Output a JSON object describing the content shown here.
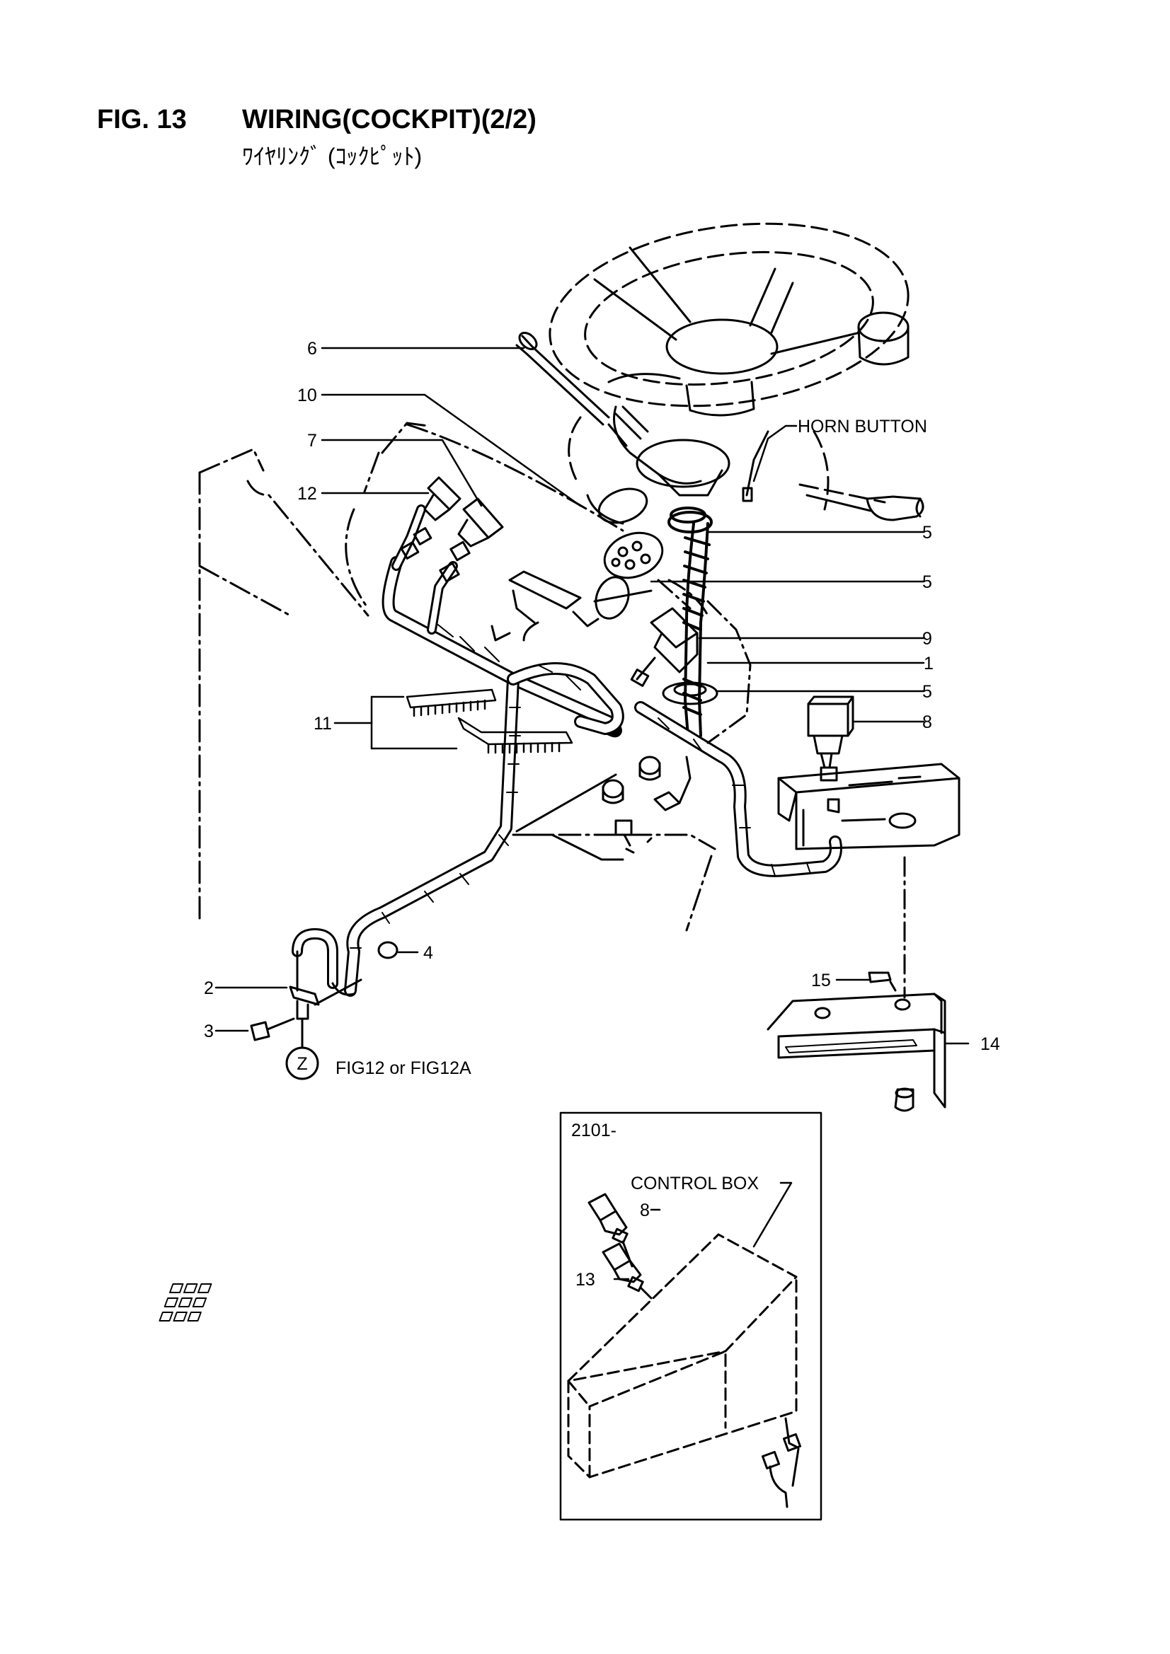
{
  "header": {
    "fig_number": "FIG. 13",
    "title": "WIRING(COCKPIT)(2/2)",
    "subtitle": "ﾜｲﾔﾘﾝｸﾞ (ｺｯｸﾋﾟｯﾄ)"
  },
  "callouts": [
    {
      "id": "c6",
      "label": "6"
    },
    {
      "id": "c10",
      "label": "10"
    },
    {
      "id": "c7",
      "label": "7"
    },
    {
      "id": "c12",
      "label": "12"
    },
    {
      "id": "c11",
      "label": "11"
    },
    {
      "id": "c5a",
      "label": "5"
    },
    {
      "id": "c5b",
      "label": "5"
    },
    {
      "id": "c9",
      "label": "9"
    },
    {
      "id": "c1",
      "label": "1"
    },
    {
      "id": "c5c",
      "label": "5"
    },
    {
      "id": "c8",
      "label": "8"
    },
    {
      "id": "c4",
      "label": "4"
    },
    {
      "id": "c2",
      "label": "2"
    },
    {
      "id": "c3",
      "label": "3"
    },
    {
      "id": "c15",
      "label": "15"
    },
    {
      "id": "c14",
      "label": "14"
    },
    {
      "id": "c8b",
      "label": "8"
    },
    {
      "id": "c13",
      "label": "13"
    }
  ],
  "labels": {
    "horn_button": "HORN BUTTON",
    "z_marker": "Z",
    "fig_ref": "FIG12 or FIG12A",
    "inset_serial": "2101-",
    "control_box": "CONTROL BOX"
  }
}
